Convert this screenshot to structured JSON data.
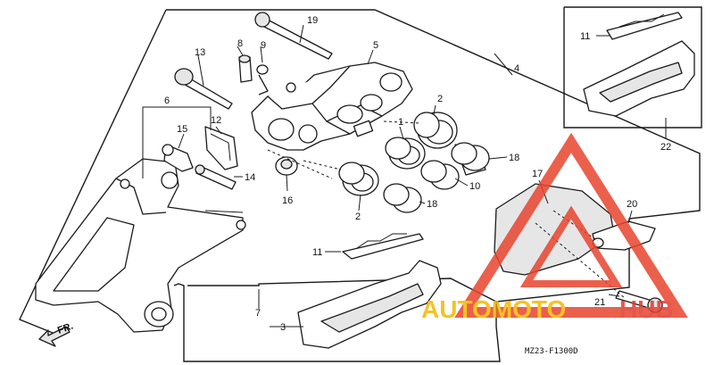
{
  "diagram": {
    "code": "MZ23-F1300D",
    "arrow_label": "FR.",
    "labels": {
      "p1": "1",
      "p2a": "2",
      "p2b": "2",
      "p3": "3",
      "p4": "4",
      "p5": "5",
      "p6": "6",
      "p7": "7",
      "p8": "8",
      "p9": "9",
      "p10": "10",
      "p11a": "11",
      "p11b": "11",
      "p12": "12",
      "p13": "13",
      "p14": "14",
      "p15": "15",
      "p16": "16",
      "p17": "17",
      "p18a": "18",
      "p18b": "18",
      "p19": "19",
      "p20": "20",
      "p21": "21",
      "p22": "22"
    }
  },
  "watermark": {
    "word_a": "AUTOMOTO",
    "word_b": "HUB",
    "color_a": "#f5b800",
    "color_b": "#e03a2f",
    "triangle_color": "#e8452f"
  }
}
